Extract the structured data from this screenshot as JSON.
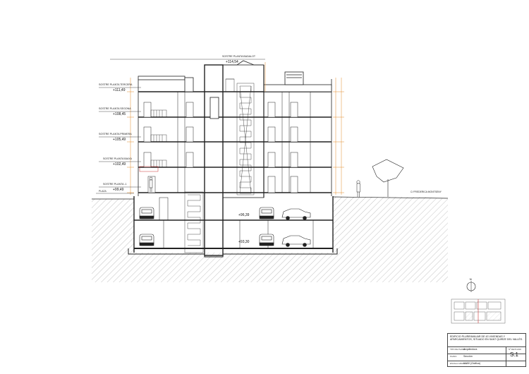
{
  "levels": {
    "roof": {
      "label": "SOSTRE PLANTA BADALOT",
      "value": "+114,54"
    },
    "third": {
      "label": "SOSTRE PLANTA TERCERA",
      "value": "+111,49"
    },
    "second": {
      "label": "SOSTRE PLANTA SEGONA",
      "value": "+108,45"
    },
    "first": {
      "label": "SOSTRE PLANTA PRIMERA",
      "value": "+105,49"
    },
    "lowest": {
      "label": "SOSTRE PLANTA BAIXA",
      "value": "+102,49"
    },
    "minus1": {
      "label": "SOSTRE PLANTA -1",
      "value": "+99,49"
    }
  },
  "street_labels": {
    "left": "PLAZA",
    "right": "C/ FREDERICA MONTSENY"
  },
  "basement_elevations": {
    "upper": "+96,39",
    "lower": "+93,30"
  },
  "north_mark": "N",
  "title_block": {
    "project": "EDIFICIO PLURIFAMILIAR DE 43 VIVIENDAS Y APARCAMIENTOS, SITUADO EN SANT QUIRZE DEL VALLÈS.",
    "type_label": "TIPO DE PLANO",
    "type_value": "Arquitectura",
    "plan_label": "PLANO",
    "plan_value": "Sección",
    "scale_label": "ESCALA GRAFICA",
    "scale_value": "1/150 (Gráfica)",
    "sheet_label": "Nº DE PLANO",
    "sheet_value": "S.1"
  }
}
